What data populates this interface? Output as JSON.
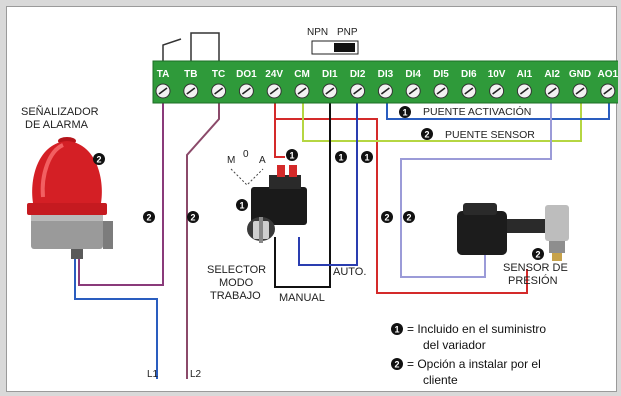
{
  "switch": {
    "left_label": "NPN",
    "right_label": "PNP"
  },
  "terminals": [
    "TA",
    "TB",
    "TC",
    "DO1",
    "24V",
    "CM",
    "DI1",
    "DI2",
    "DI3",
    "DI4",
    "DI5",
    "DI6",
    "10V",
    "AI1",
    "AI2",
    "GND",
    "AO1"
  ],
  "bridges": {
    "activation": {
      "marker": "1",
      "label": "PUENTE ACTIVACIÓN"
    },
    "sensor": {
      "marker": "2",
      "label": "PUENTE SENSOR"
    }
  },
  "alarm": {
    "line1": "SEÑALIZADOR",
    "line2": "DE ALARMA",
    "marker": "2"
  },
  "selector": {
    "positions": [
      "M",
      "0",
      "A"
    ],
    "line1": "SELECTOR",
    "line2": "MODO",
    "line3": "TRABAJO",
    "manual_label": "MANUAL",
    "auto_label": "AUTO.",
    "marker_top": "1",
    "marker_left": "1"
  },
  "sensor": {
    "line1": "SENSOR DE",
    "line2": "PRESIÓN",
    "marker": "2"
  },
  "wire_markers": {
    "ta_wire": "2",
    "tc_wire": "2",
    "di1_wire": "1",
    "di2_wire": "1",
    "red_wire": "2",
    "sensor_wire": "2"
  },
  "supply": {
    "l1": "L1",
    "l2": "L2"
  },
  "legend": [
    {
      "marker": "1",
      "line1": "= Incluido en el suministro",
      "line2": "del variador"
    },
    {
      "marker": "2",
      "line1": "= Opción a instalar por el",
      "line2": "cliente"
    }
  ],
  "colors": {
    "terminal_block": "#2f9a3a",
    "wire_purple": "#8a3a7a",
    "wire_blue": "#2a5dbf",
    "wire_black": "#111111",
    "wire_red": "#d42a2a",
    "wire_lime": "#b5d642",
    "wire_lavender": "#9b9bd8",
    "wire_brown": "#8b5a2b"
  }
}
